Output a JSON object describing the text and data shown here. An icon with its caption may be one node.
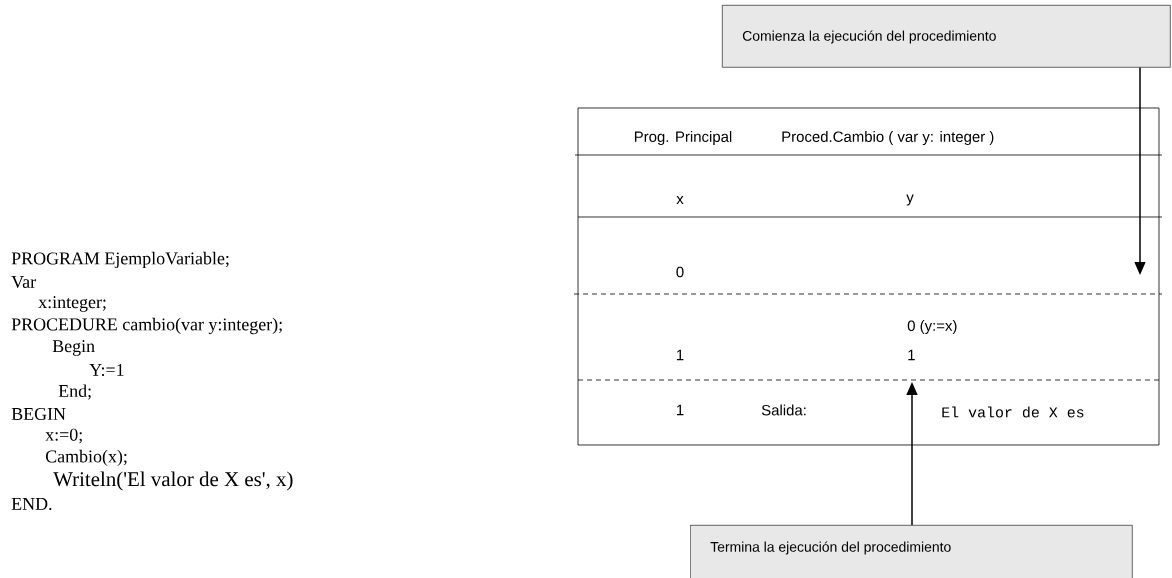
{
  "diagram": {
    "nodes": [
      {
        "text": [
          "Comienza la ejecución del procedimiento"
        ]
      },
      {
        "text": [
          "Termina la ejecución del procedimiento"
        ]
      }
    ],
    "edges": [
      {
        "from": 0,
        "to": null,
        "arrow": "to"
      },
      {
        "from": 1,
        "to": null,
        "arrow": "to"
      }
    ],
    "labels": [
      "PROGRAM EjemploVariable;",
      "Var",
      "x:integer;",
      "PROCEDURE cambio(var y:integer);",
      "Begin",
      "Y:=1",
      "End;",
      "BEGIN",
      "x:=0;",
      "Cambio(x);",
      "Writeln('El valor de X es', x)",
      "END.",
      "Prog. Principal",
      "Proced.Cambio ( var y: integer )",
      "x",
      "y",
      "0",
      "0 (y:=x)",
      "1",
      "1",
      "1",
      "Salida:",
      "El valor de X es"
    ]
  }
}
